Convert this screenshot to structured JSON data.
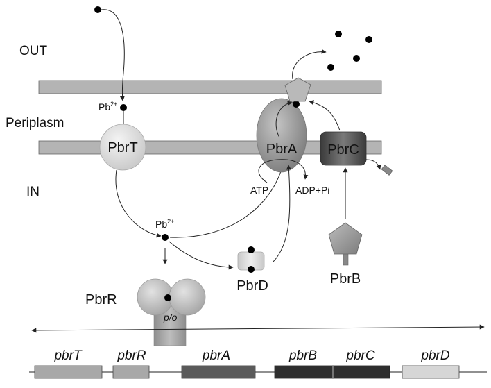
{
  "regions": {
    "out": "OUT",
    "periplasm": "Periplasm",
    "in": "IN"
  },
  "proteins": {
    "pbrT": "PbrT",
    "pbrA": "PbrA",
    "pbrC": "PbrC",
    "pbrD": "PbrD",
    "pbrB": "PbrB",
    "pbrR": "PbrR"
  },
  "ions": {
    "pb_base": "Pb",
    "pb_charge": "2+"
  },
  "energy": {
    "atp": "ATP",
    "adp": "ADP+Pi"
  },
  "operator": "p/o",
  "genes": [
    "pbrT",
    "pbrR",
    "pbrA",
    "pbrB",
    "pbrC",
    "pbrD"
  ],
  "colors": {
    "membrane": "#b4b4b4",
    "pbrT": "#dcdcdc",
    "pbrA": "#9a9a9a",
    "pbrC": "#555555",
    "pbrB": "#9c9c9c",
    "pbrR": "#bdbdbd",
    "pbrD": "#d8d8d8",
    "gene_light": "#a8a8a8",
    "gene_mid": "#5a5a5a",
    "gene_dark": "#2e2e2e",
    "gene_pale": "#d6d6d6",
    "ion": "#000000"
  }
}
